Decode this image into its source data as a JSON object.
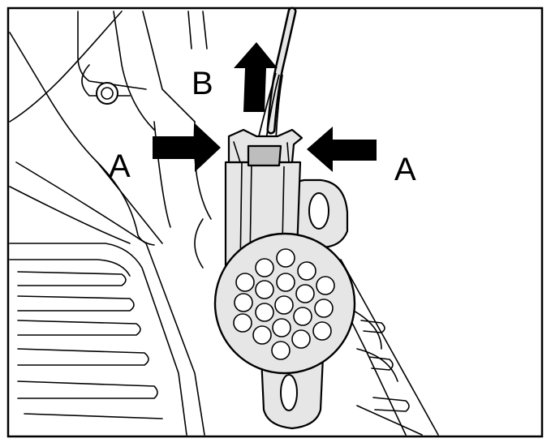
{
  "labels": {
    "left_arrow": "A",
    "right_arrow": "A",
    "up_arrow": "B"
  },
  "colors": {
    "line": "#000000",
    "part_fill": "#e6e6e6",
    "background": "#ffffff"
  }
}
